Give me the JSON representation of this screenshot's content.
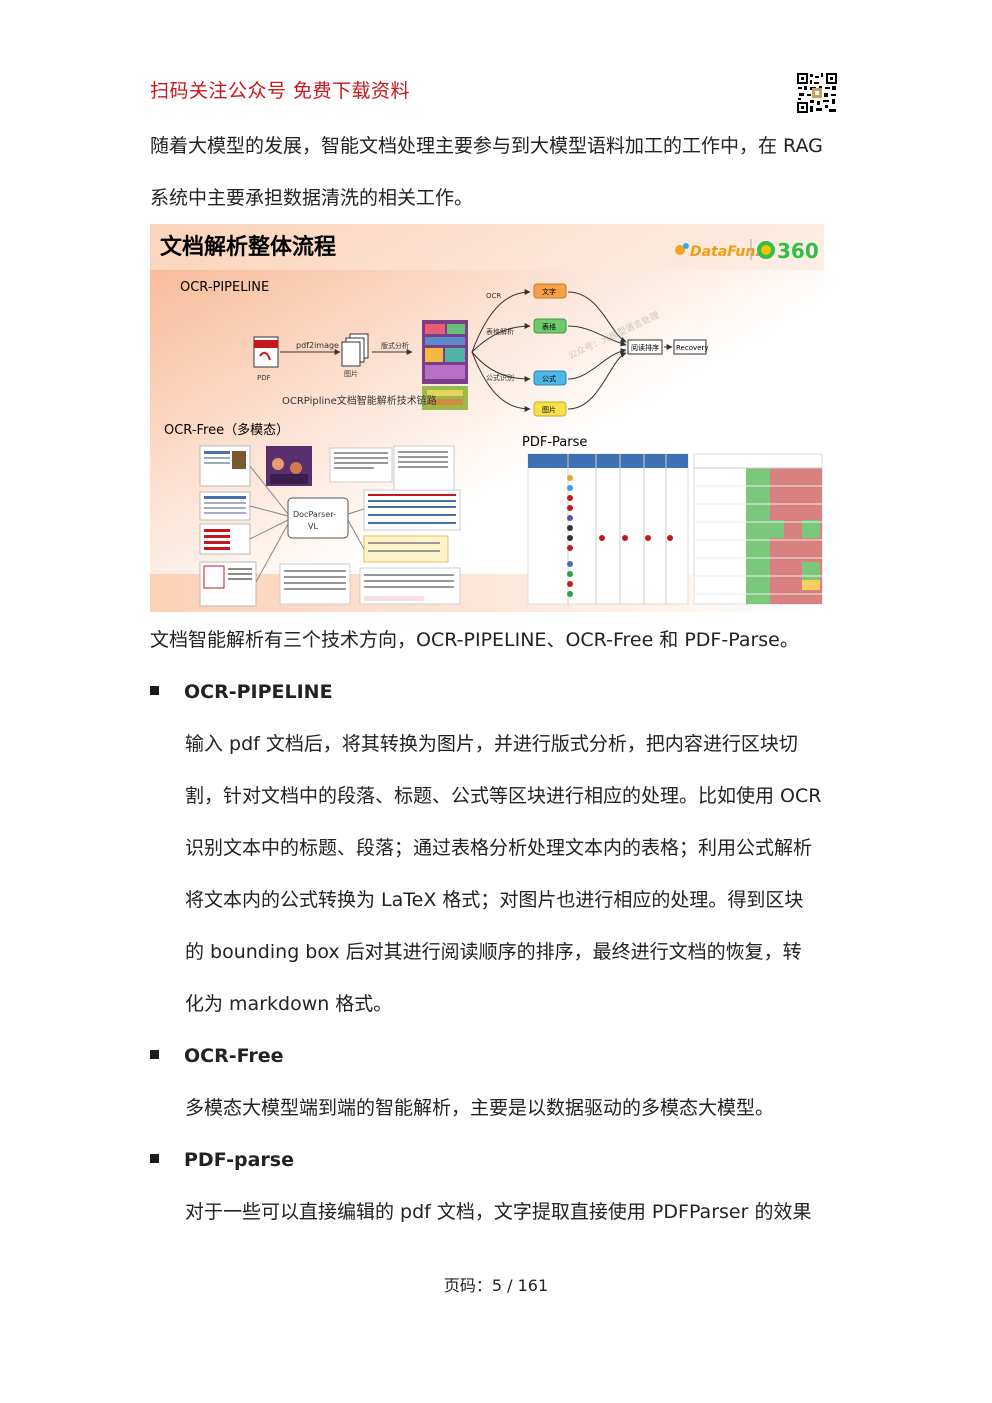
{
  "header": {
    "text": "扫码关注公众号  免费下载资料"
  },
  "intro": {
    "line1": "随着大模型的发展，智能文档处理主要参与到大模型语料加工的工作中，在 RAG",
    "line2": "系统中主要承担数据清洗的相关工作。"
  },
  "figure": {
    "title": "文档解析整体流程",
    "logo_left": "DataFun.",
    "logo_right": "360",
    "pipeline_label": "OCR-PIPELINE",
    "pipeline_caption": "OCRPipline文档智能解析技术链路",
    "pdf_label": "PDF",
    "pdf2image": "pdf2image",
    "image_label": "图片",
    "layout_label": "版式分析",
    "branches": [
      "文字",
      "表格",
      "公式",
      "图片"
    ],
    "branch_labels": [
      "OCR",
      "表格解析",
      "公式识别"
    ],
    "reading_order": "阅读排序",
    "recovery": "Recovery",
    "ocr_free_label": "OCR-Free（多模态）",
    "docparser": "DocParser-VL",
    "pdf_parse_label": "PDF-Parse",
    "watermark": "公众号：大模型语言处理"
  },
  "summary": "文档智能解析有三个技术方向，OCR-PIPELINE、OCR-Free 和 PDF-Parse。",
  "sections": [
    {
      "heading": "OCR-PIPELINE",
      "lines": [
        "输入 pdf 文档后，将其转换为图片，并进行版式分析，把内容进行区块切",
        "割，针对文档中的段落、标题、公式等区块进行相应的处理。比如使用 OCR",
        "识别文本中的标题、段落；通过表格分析处理文本内的表格；利用公式解析",
        "将文本内的公式转换为 LaTeX 格式；对图片也进行相应的处理。得到区块",
        "的 bounding box 后对其进行阅读顺序的排序，最终进行文档的恢复，转",
        "化为 markdown 格式。"
      ]
    },
    {
      "heading": "OCR-Free",
      "lines": [
        "多模态大模型端到端的智能解析，主要是以数据驱动的多模态大模型。"
      ]
    },
    {
      "heading": "PDF-parse",
      "lines": [
        "对于一些可以直接编辑的 pdf 文档，文字提取直接使用 PDFParser 的效果"
      ]
    }
  ],
  "footer": {
    "page": "页码：5 / 161"
  }
}
